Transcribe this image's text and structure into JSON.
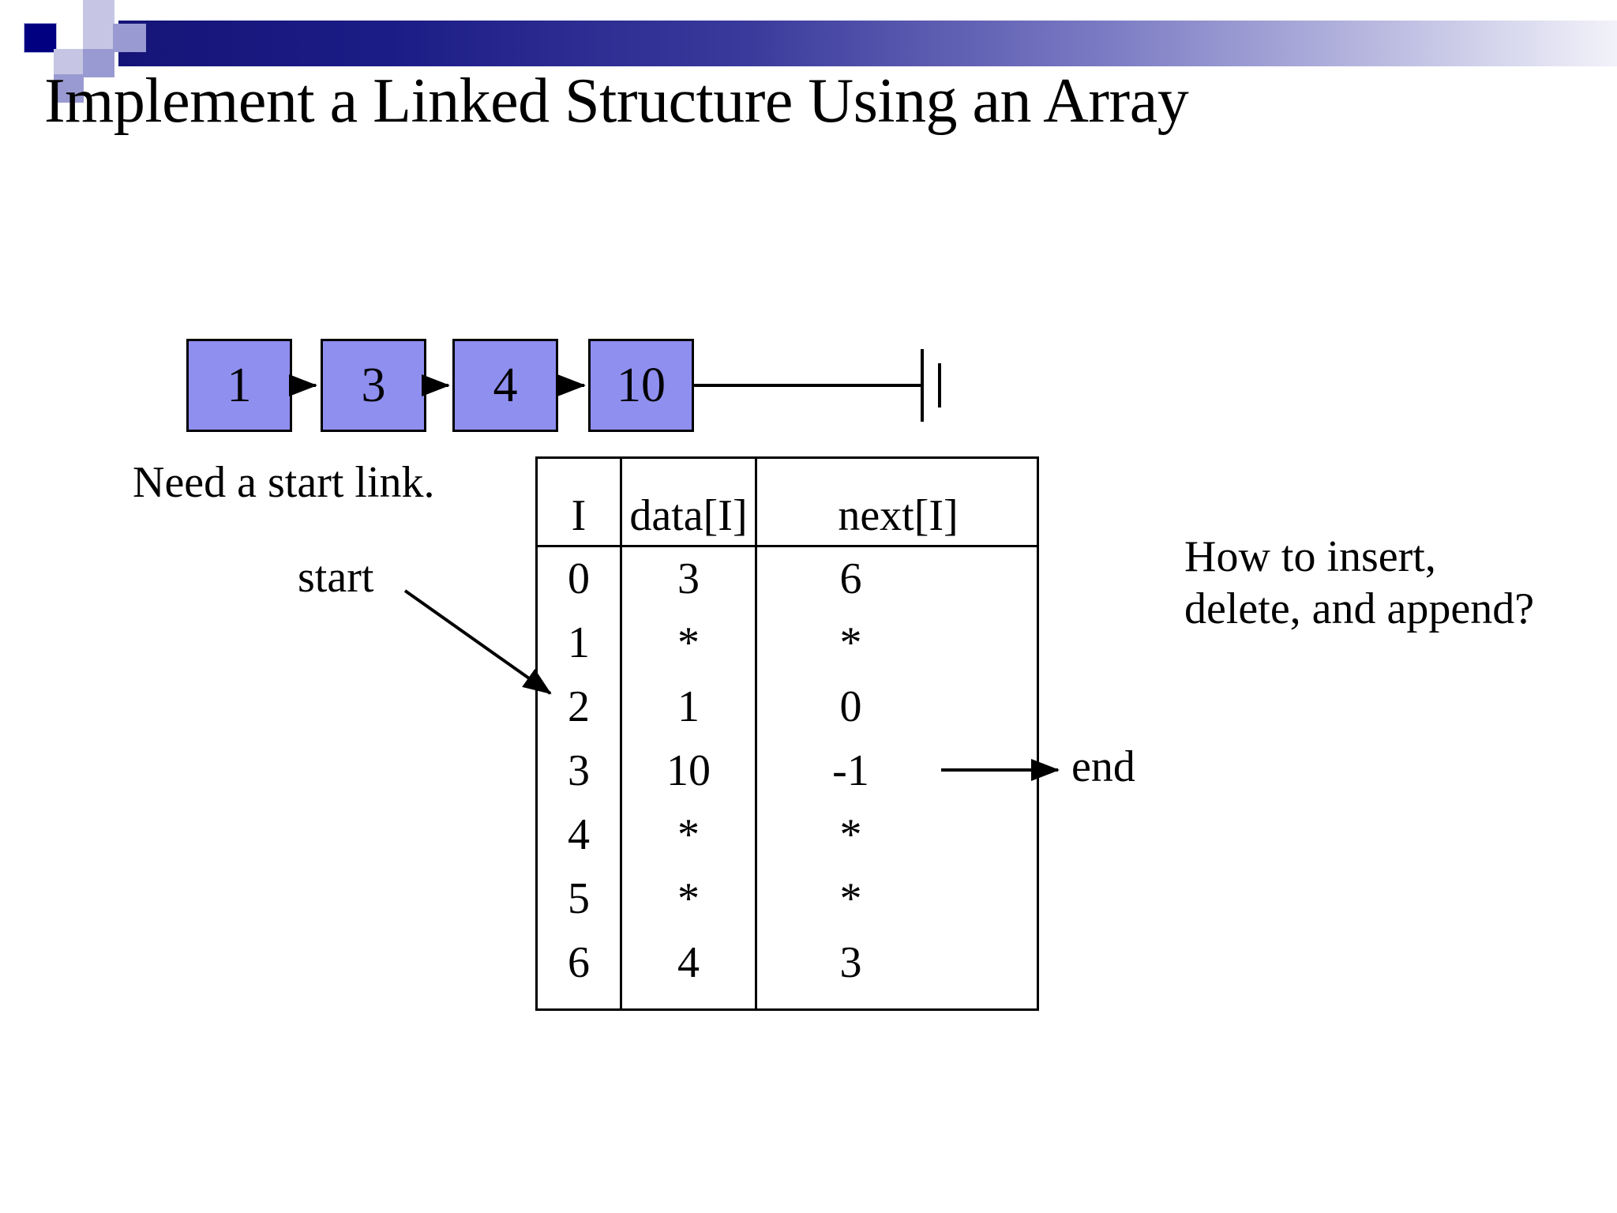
{
  "slide": {
    "title": "Implement a Linked Structure Using an Array",
    "background_color": "#ffffff",
    "title_color": "#000000"
  },
  "header": {
    "accent_color": "#141478",
    "gradient_from": "#141478",
    "gradient_to": "#f2f2fa",
    "squares": [
      {
        "name": "navy-square",
        "color": "#000080"
      },
      {
        "name": "light-square-a",
        "color": "#c6c6e4"
      },
      {
        "name": "light-square-b",
        "color": "#c6c6e4"
      },
      {
        "name": "mid-square-a",
        "color": "#9a9ad2"
      },
      {
        "name": "mid-square-b",
        "color": "#9a9ad2"
      },
      {
        "name": "mid-square-c",
        "color": "#9a9ad2"
      },
      {
        "name": "light-square-c",
        "color": "#c6c6e4"
      }
    ]
  },
  "linked_list": {
    "node_fill": "#8f8ff0",
    "node_border": "#000000",
    "nodes": [
      {
        "value": "1"
      },
      {
        "value": "3"
      },
      {
        "value": "4"
      },
      {
        "value": "10"
      }
    ],
    "terminator": "ground-symbol"
  },
  "labels": {
    "need_start_link": "Need a start link.",
    "start": "start",
    "end": "end",
    "question": "How to insert, delete, and append?"
  },
  "table": {
    "headers": [
      "I",
      "data[I]",
      "next[I]"
    ],
    "rows": [
      {
        "i": "0",
        "data": "3",
        "next": "6"
      },
      {
        "i": "1",
        "data": "*",
        "next": "*"
      },
      {
        "i": "2",
        "data": "1",
        "next": "0"
      },
      {
        "i": "3",
        "data": "10",
        "next": "-1"
      },
      {
        "i": "4",
        "data": "*",
        "next": "*"
      },
      {
        "i": "5",
        "data": "*",
        "next": "*"
      },
      {
        "i": "6",
        "data": "4",
        "next": "3"
      }
    ]
  }
}
